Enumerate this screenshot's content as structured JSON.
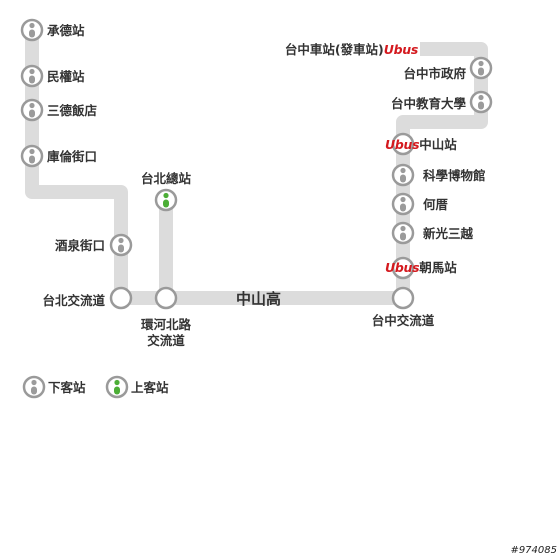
{
  "colors": {
    "route": "#dcdcdc",
    "station_ring": "#9a9a9a",
    "alight_dot": "#9b9b9b",
    "board_dot": "#4cae36",
    "ubus_red": "#d41a1f",
    "text": "#333333"
  },
  "highway": {
    "name": "中山高"
  },
  "stations": {
    "chengde": "承德站",
    "minquan": "民權站",
    "sande": "三德飯店",
    "kulun": "庫倫街口",
    "jiuquan": "酒泉街口",
    "taibei_interchange": "台北交流道",
    "taibei_main": "台北總站",
    "huanhe_line1": "環河北路",
    "huanhe_line2": "交流道",
    "taichung_interchange": "台中交流道",
    "chaoma": "朝馬站",
    "hedi": "何厝",
    "xinguang": "新光三越",
    "museum": "科學博物館",
    "zhongshan": "中山站",
    "nut": "台中教育大學",
    "city_hall": "台中市政府",
    "taichung_station": "台中車站(發車站)"
  },
  "ubus_label": "Ubus",
  "legend": {
    "alight": "下客站",
    "board": "上客站"
  },
  "image_code": "#974085"
}
